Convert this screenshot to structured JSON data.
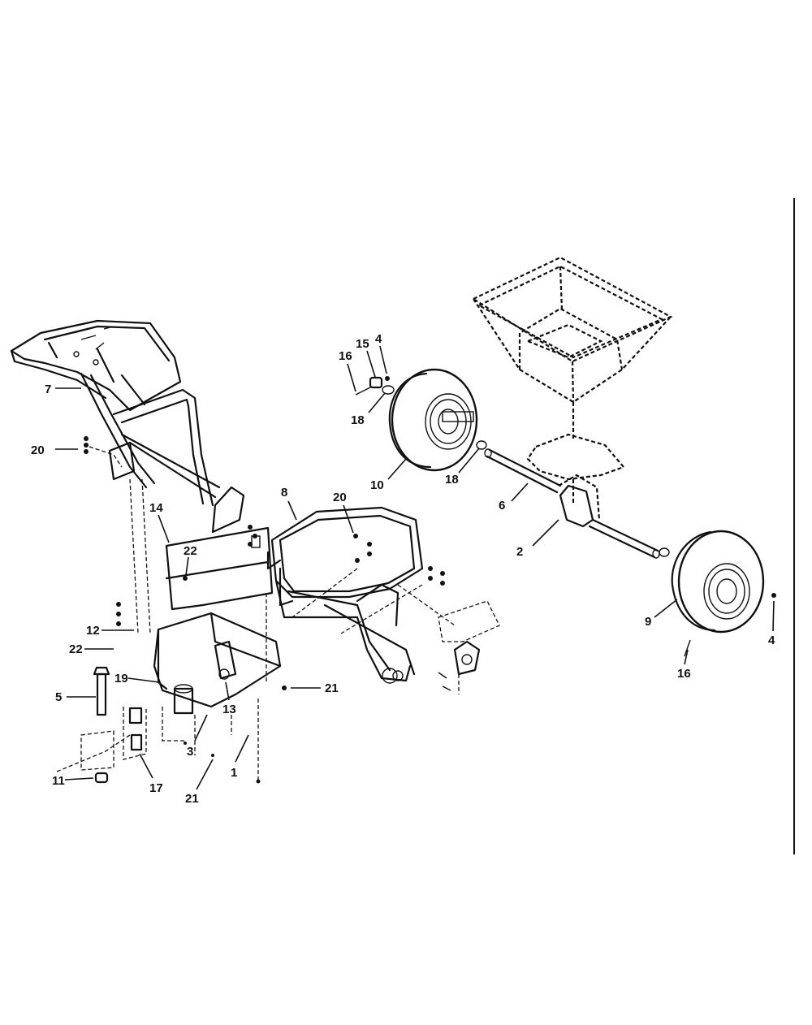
{
  "callouts": [
    {
      "id": "c7",
      "text": "7"
    },
    {
      "id": "c20a",
      "text": "20"
    },
    {
      "id": "c16a",
      "text": "16"
    },
    {
      "id": "c15",
      "text": "15"
    },
    {
      "id": "c4a",
      "text": "4"
    },
    {
      "id": "c18a",
      "text": "18"
    },
    {
      "id": "c10",
      "text": "10"
    },
    {
      "id": "c18b",
      "text": "18"
    },
    {
      "id": "c6",
      "text": "6"
    },
    {
      "id": "c2",
      "text": "2"
    },
    {
      "id": "c8",
      "text": "8"
    },
    {
      "id": "c20b",
      "text": "20"
    },
    {
      "id": "c14",
      "text": "14"
    },
    {
      "id": "c22a",
      "text": "22"
    },
    {
      "id": "c12",
      "text": "12"
    },
    {
      "id": "c22b",
      "text": "22"
    },
    {
      "id": "c19",
      "text": "19"
    },
    {
      "id": "c5",
      "text": "5"
    },
    {
      "id": "c13",
      "text": "13"
    },
    {
      "id": "c21a",
      "text": "21"
    },
    {
      "id": "c3",
      "text": "3"
    },
    {
      "id": "c1",
      "text": "1"
    },
    {
      "id": "c21b",
      "text": "21"
    },
    {
      "id": "c17",
      "text": "17"
    },
    {
      "id": "c11",
      "text": "11"
    },
    {
      "id": "c9",
      "text": "9"
    },
    {
      "id": "c4b",
      "text": "4"
    },
    {
      "id": "c16b",
      "text": "16"
    }
  ]
}
